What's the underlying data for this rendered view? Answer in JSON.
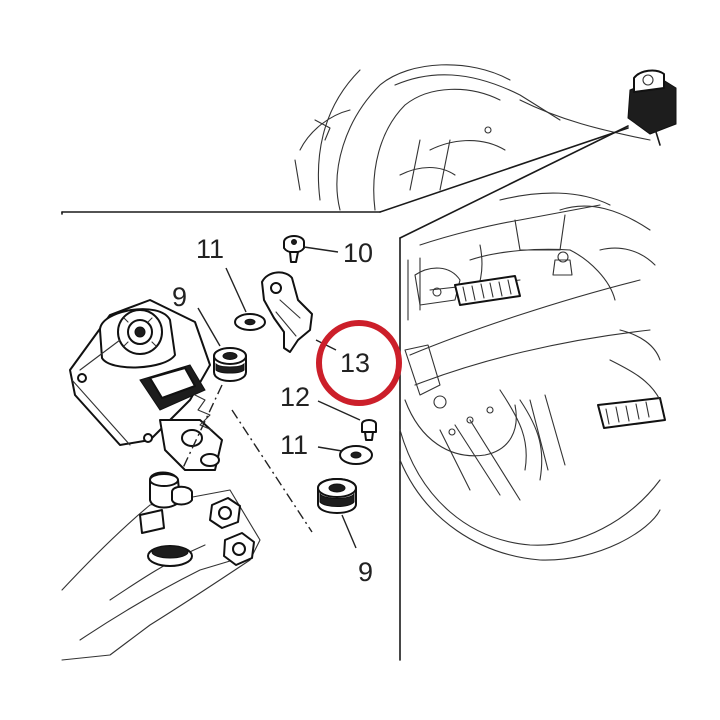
{
  "callouts": {
    "label_9_upper": "9",
    "label_9_lower": "9",
    "label_10": "10",
    "label_11_upper": "11",
    "label_11_lower": "11",
    "label_12": "12",
    "label_13": "13"
  },
  "highlight": {
    "ring_color": "#cc1f2a",
    "ring_target": "13"
  }
}
